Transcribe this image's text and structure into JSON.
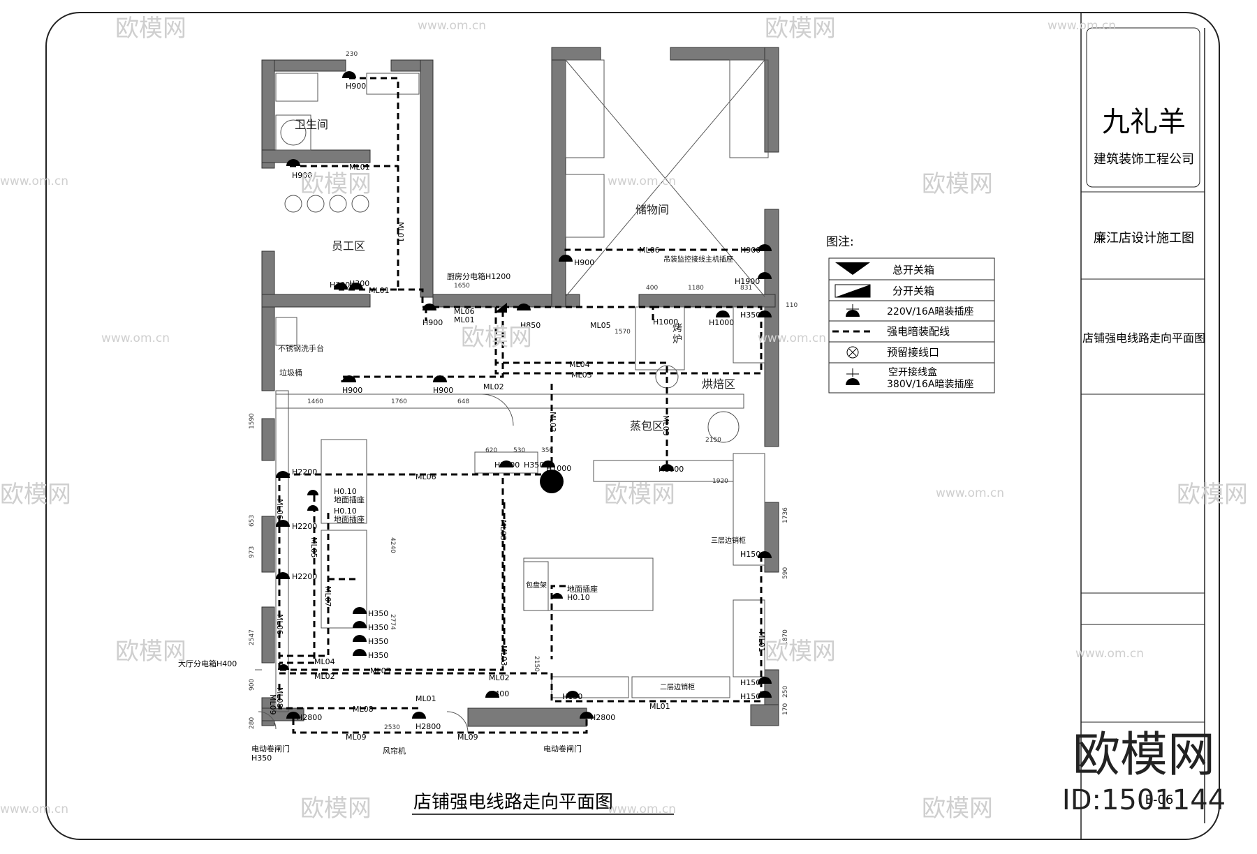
{
  "title_block": {
    "company_name": "九礼羊",
    "company_sub": "建筑装饰工程公司",
    "project": "廉江店设计施工图",
    "drawing_name": "店铺强电线路走向平面图",
    "sheet_no": "E-06"
  },
  "drawing_title": "店铺强电线路走向平面图",
  "legend": {
    "heading": "图注:",
    "items": [
      {
        "icon": "main-switch-box-icon",
        "label": "总开关箱"
      },
      {
        "icon": "sub-switch-box-icon",
        "label": "分开关箱"
      },
      {
        "icon": "socket-220v-icon",
        "label": "220V/16A暗装插座"
      },
      {
        "icon": "concealed-wiring-icon",
        "label": "强电暗装配线"
      },
      {
        "icon": "reserved-junction-icon",
        "label": "预留接线口"
      },
      {
        "icon": "breaker-box-icon",
        "label": "空开接线盒\n380V/16A暗装插座"
      }
    ]
  },
  "rooms": [
    {
      "key": "toilet",
      "label": "卫生间"
    },
    {
      "key": "staff",
      "label": "员工区"
    },
    {
      "key": "storage",
      "label": "储物间"
    },
    {
      "key": "baking",
      "label": "烘焙区"
    },
    {
      "key": "steam",
      "label": "蒸包区"
    },
    {
      "key": "oven",
      "label": "烤\n炉"
    },
    {
      "key": "sink",
      "label": "不锈钢洗手台"
    },
    {
      "key": "bin",
      "label": "垃圾桶"
    }
  ],
  "annotations": {
    "kitchen_box": "厨房分电箱H1200",
    "hall_box": "大厅分电箱H400",
    "ceiling_ac": "吊装监控接线主机插座",
    "floor_socket": "地面插座",
    "floor_socket_h": "H0.10",
    "roller_door_left": "电动卷闸门",
    "roller_door_left_h": "H350",
    "roller_door_right": "电动卷闸门",
    "air_curtain": "风帘机",
    "counter_two": "二层边销柜",
    "counter_three": "三层边销柜",
    "packing": "包盘架"
  },
  "circuits": [
    "ML01",
    "ML02",
    "ML03",
    "ML04",
    "ML05",
    "ML06",
    "ML07",
    "ML08",
    "ML09"
  ],
  "heights": [
    "H900",
    "H300",
    "H1200",
    "H850",
    "H1000",
    "H1900",
    "H350",
    "H1400",
    "H2200",
    "H150",
    "H2800",
    "H400"
  ],
  "dimensions": [
    "230",
    "1650",
    "1570",
    "400",
    "1180",
    "831",
    "110",
    "1460",
    "1760",
    "648",
    "620",
    "530",
    "350",
    "2150",
    "1920",
    "1590",
    "653",
    "973",
    "2547",
    "900",
    "280",
    "2530",
    "1736",
    "590",
    "1870",
    "250",
    "170",
    "4240",
    "2774",
    "2150"
  ],
  "watermark": {
    "brand": "欧模网",
    "url": "www.om.cn",
    "id": "ID:1501144"
  }
}
